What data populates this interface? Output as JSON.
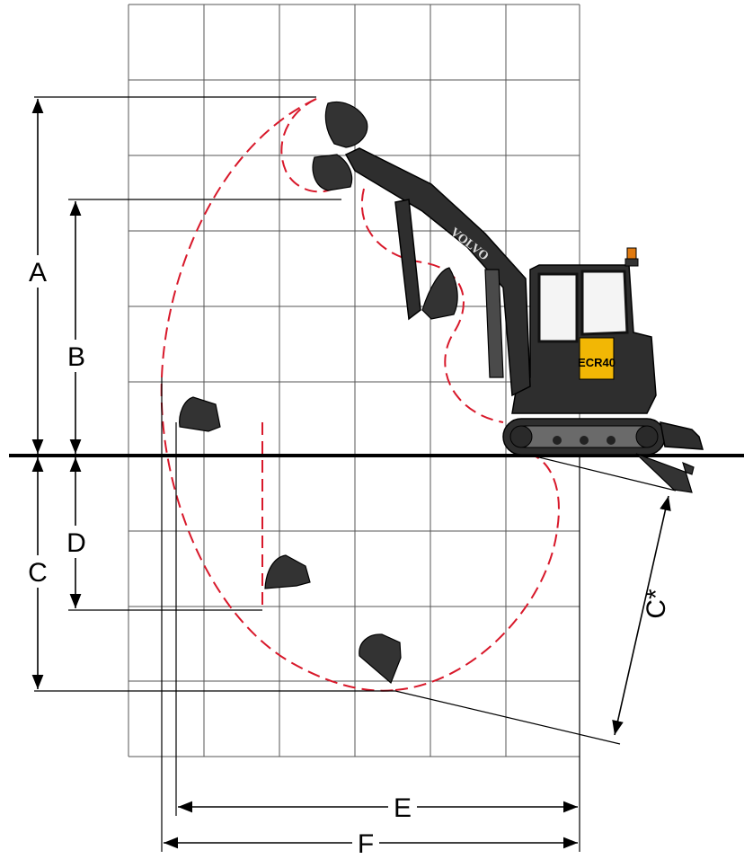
{
  "labels": {
    "A": "A",
    "B": "B",
    "C": "C",
    "D": "D",
    "C_star": "C*",
    "E": "E",
    "F": "F"
  },
  "machine": {
    "brand": "VOLVO",
    "model": "ECR40"
  },
  "colors": {
    "reach_envelope": "#d8182a",
    "accent": "#f2b705",
    "lines": "#000000"
  }
}
